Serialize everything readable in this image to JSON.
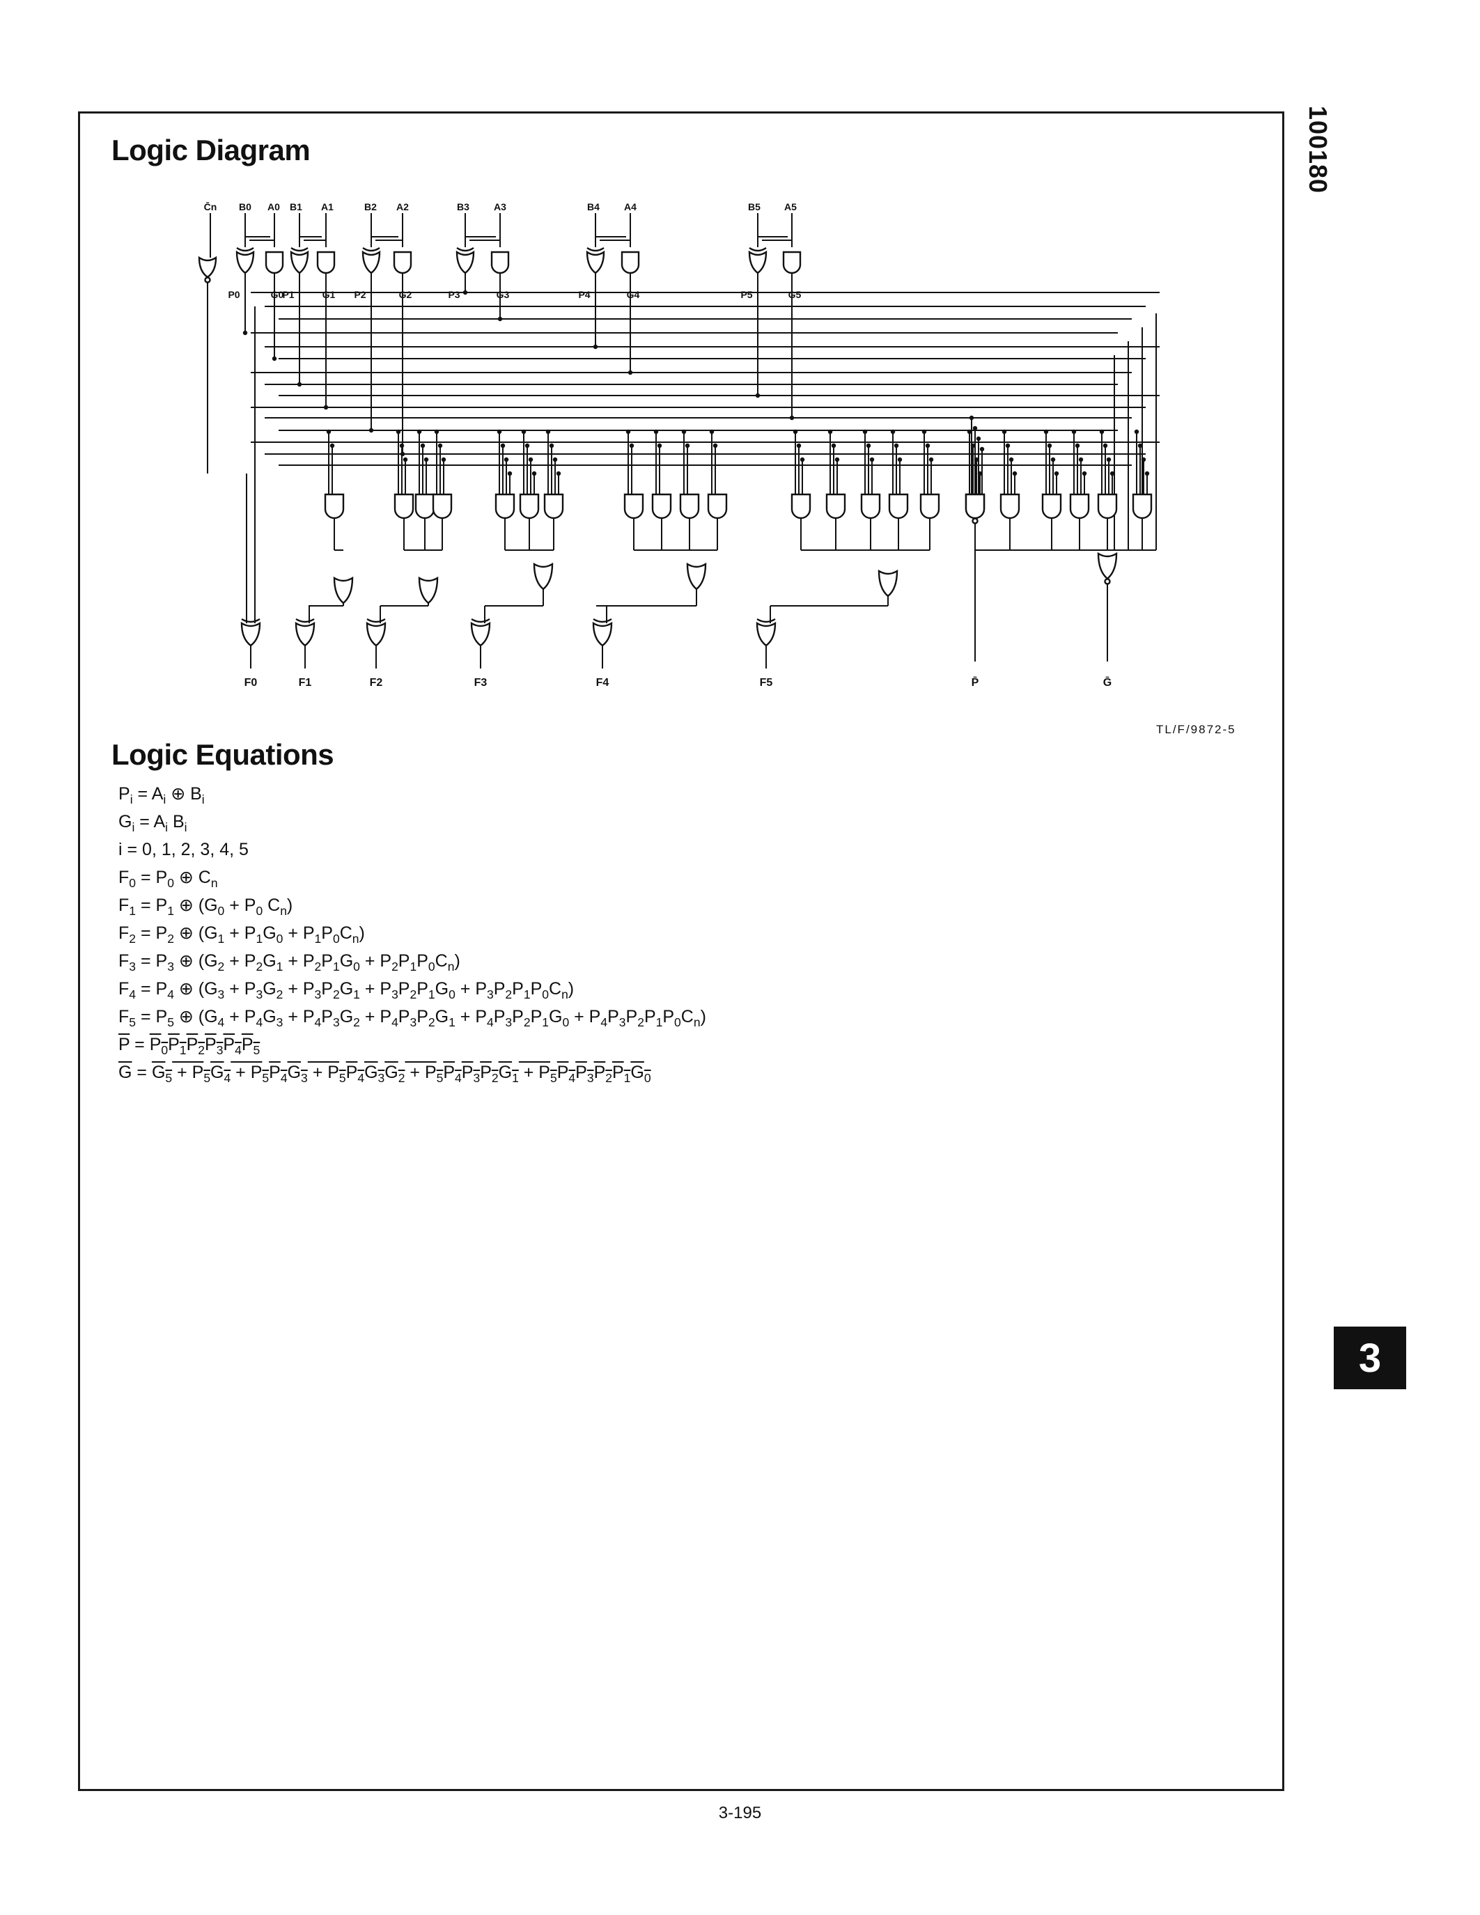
{
  "part_number": "100180",
  "section_tab": "3",
  "headings": {
    "logic_diagram": "Logic Diagram",
    "logic_equations": "Logic Equations"
  },
  "diagram": {
    "input_labels": [
      "C̄n",
      "B0",
      "A0",
      "B1",
      "A1",
      "B2",
      "A2",
      "B3",
      "A3",
      "B4",
      "A4",
      "B5",
      "A5"
    ],
    "node_labels": [
      "P0",
      "G0",
      "P1",
      "G1",
      "P2",
      "G2",
      "P3",
      "G3",
      "P4",
      "G4",
      "P5",
      "G5"
    ],
    "output_labels": [
      "F0",
      "F1",
      "F2",
      "F3",
      "F4",
      "F5",
      "P̄",
      "Ḡ"
    ],
    "figure_id": "TL/F/9872-5"
  },
  "equations": [
    "Pi = Ai ⊕ Bi",
    "Gi = Ai Bi",
    "i = 0, 1, 2, 3, 4, 5",
    "F0 = P0 ⊕ Cn",
    "F1 = P1 ⊕ (G0 + P0 Cn)",
    "F2 = P2 ⊕ (G1 + P1G0 + P1P0Cn)",
    "F3 = P3 ⊕ (G2 + P2G1 + P2P1G0 + P2P1P0Cn)",
    "F4 = P4 ⊕ (G3 + P3G2 + P3P2G1 + P3P2P1G0 + P3P2P1P0Cn)",
    "F5 = P5 ⊕ (G4 + P4G3 + P4P3G2 + P4P3P2G1 + P4P3P2P1G0 + P4P3P2P1P0Cn)",
    "P̄ = P̄0P1P2P3P4P5",
    "Ḡ = Ḡ5 + P5G4 + P5P4G3 + P5P4G3G2 + P5P4P3P2G1 + P5P4P3P2P1G0"
  ],
  "page_number": "3-195"
}
